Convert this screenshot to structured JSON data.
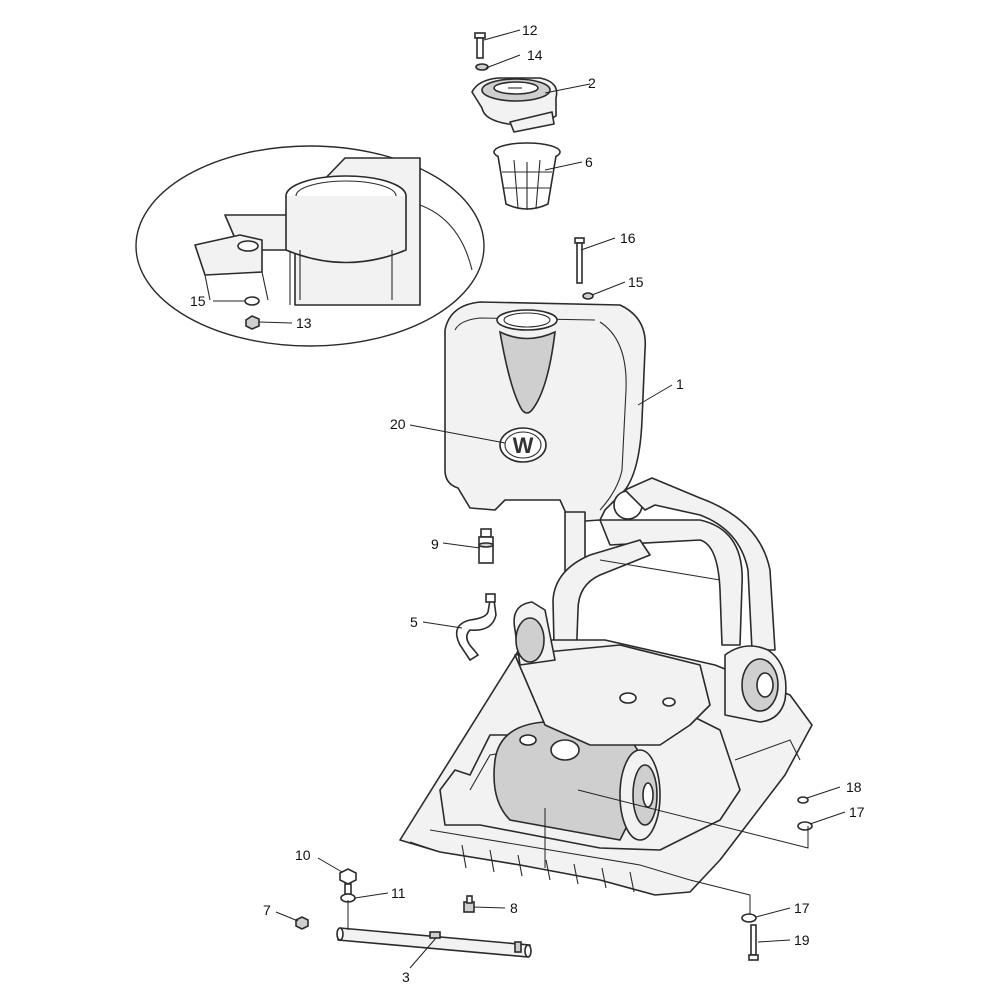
{
  "logo": {
    "letter": "W",
    "icon": "wacker-neuson-logo-icon"
  },
  "callouts": [
    {
      "id": "c12",
      "label": "12"
    },
    {
      "id": "c14",
      "label": "14"
    },
    {
      "id": "c2",
      "label": "2"
    },
    {
      "id": "c6",
      "label": "6"
    },
    {
      "id": "c16",
      "label": "16"
    },
    {
      "id": "c15a",
      "label": "15"
    },
    {
      "id": "c1",
      "label": "1"
    },
    {
      "id": "c20",
      "label": "20"
    },
    {
      "id": "c15b",
      "label": "15"
    },
    {
      "id": "c13",
      "label": "13"
    },
    {
      "id": "c9",
      "label": "9"
    },
    {
      "id": "c5",
      "label": "5"
    },
    {
      "id": "c18",
      "label": "18"
    },
    {
      "id": "c17a",
      "label": "17"
    },
    {
      "id": "c10",
      "label": "10"
    },
    {
      "id": "c11",
      "label": "11"
    },
    {
      "id": "c7",
      "label": "7"
    },
    {
      "id": "c8",
      "label": "8"
    },
    {
      "id": "c3",
      "label": "3"
    },
    {
      "id": "c17b",
      "label": "17"
    },
    {
      "id": "c19",
      "label": "19"
    }
  ]
}
